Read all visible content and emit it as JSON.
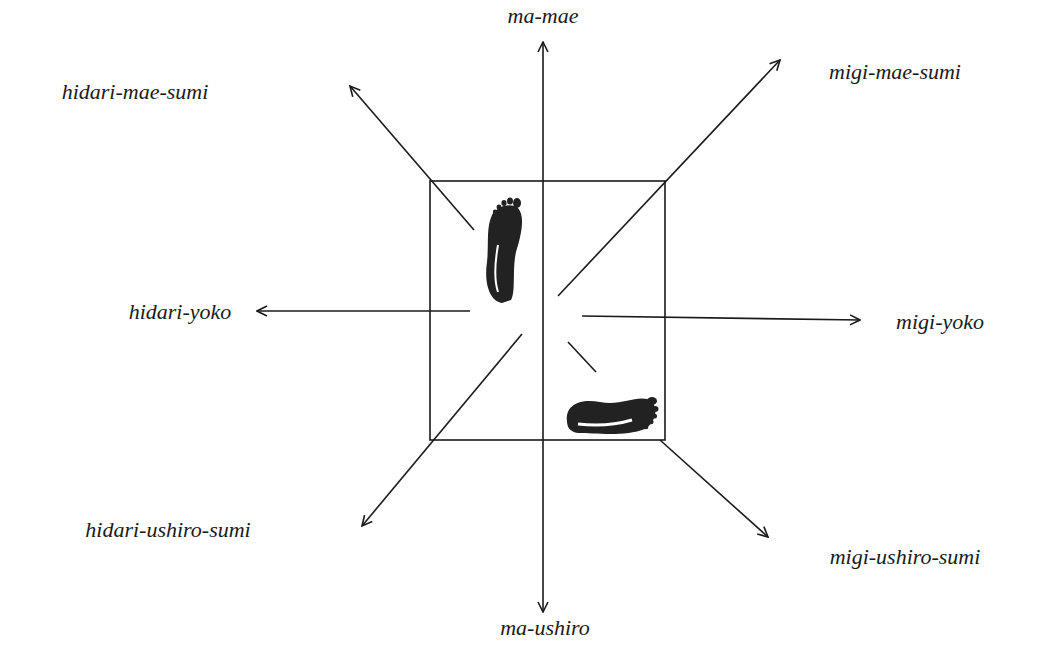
{
  "diagram": {
    "labels": [
      "ma-mae",
      "hidari-mae-sumi",
      "migi-mae-sumi",
      "hidari-yoko",
      "migi-yoko",
      "hidari-ushiro-sumi",
      "migi-ushiro-sumi",
      "ma-ushiro"
    ]
  }
}
